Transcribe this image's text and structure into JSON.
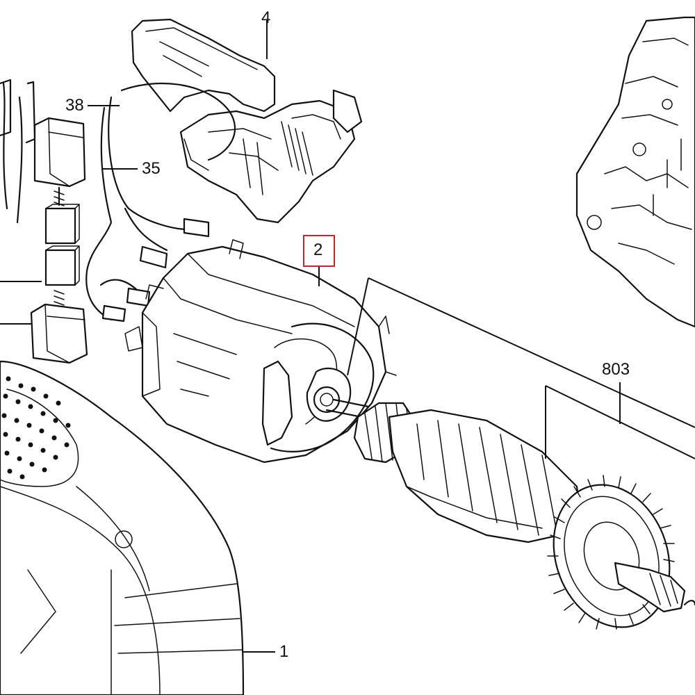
{
  "callouts": {
    "part_1": "1",
    "part_2": "2",
    "part_4": "4",
    "part_35": "35",
    "part_38": "38",
    "part_803": "803"
  },
  "highlight": {
    "part": "2",
    "color": "#c0272d"
  },
  "line_color": "#111111",
  "background": "#ffffff"
}
